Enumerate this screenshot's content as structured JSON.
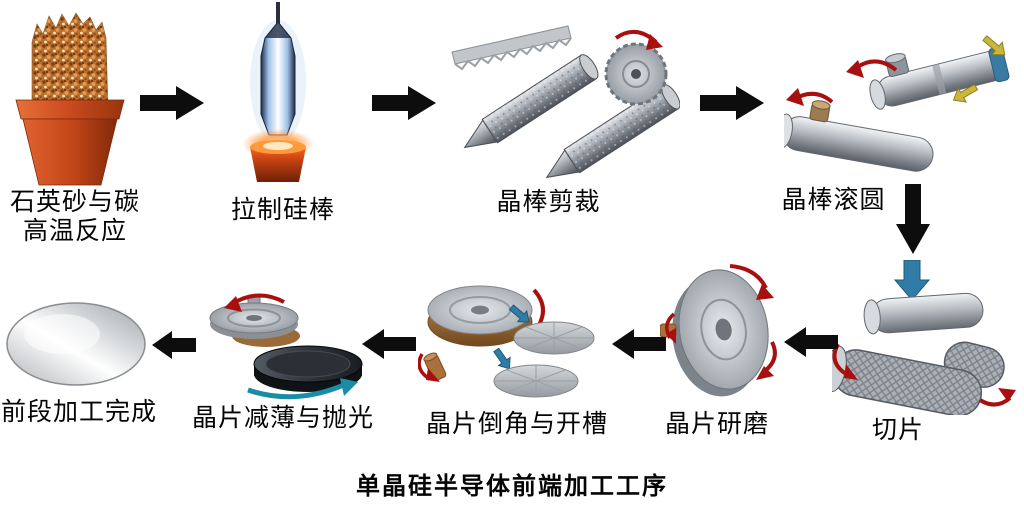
{
  "caption": "单晶硅半导体前端加工工序",
  "steps": [
    {
      "id": "quartz-reaction",
      "label": "石英砂与碳\n高温反应"
    },
    {
      "id": "pull-silicon-rod",
      "label": "拉制硅棒"
    },
    {
      "id": "ingot-cutting",
      "label": "晶棒剪裁"
    },
    {
      "id": "ingot-rounding",
      "label": "晶棒滚圆"
    },
    {
      "id": "slicing",
      "label": "切片"
    },
    {
      "id": "wafer-lapping",
      "label": "晶片研磨"
    },
    {
      "id": "wafer-chamfer-notch",
      "label": "晶片倒角与开槽"
    },
    {
      "id": "wafer-thinning-polishing",
      "label": "晶片减薄与抛光"
    },
    {
      "id": "front-end-complete",
      "label": "前段加工完成"
    }
  ],
  "icons": {
    "flow_arrow_right": "solid black block arrow →",
    "flow_arrow_left": "solid black block arrow ←",
    "flow_arrow_down": "solid black block arrow ↓",
    "rotation_arrow": "curved red arrow",
    "feed_arrow_blue": "blue block arrow",
    "feed_arrow_yellow": "yellow block arrow"
  },
  "colors": {
    "background": "#ffffff",
    "flow_arrow": "#0d0d0d",
    "rotation_arrow_red": "#a81010",
    "rotation_arrow_teal": "#1b8ca6",
    "feed_arrow_blue": "#2f7da7",
    "feed_arrow_yellow": "#c9b63d",
    "crucible_orange": "#c94a1e",
    "silicon_gray": "#9aa0a6"
  }
}
